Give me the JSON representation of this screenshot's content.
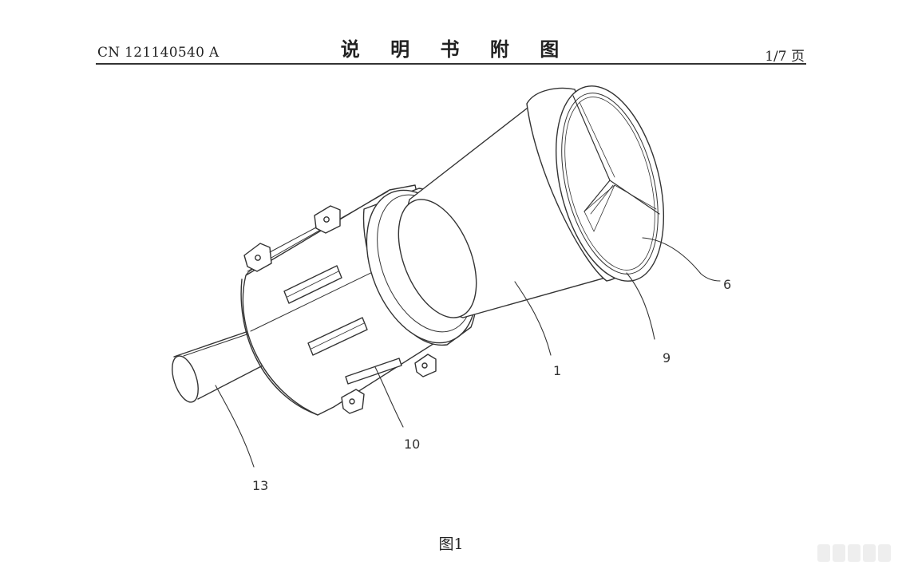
{
  "header": {
    "publication_number": "CN 121140540 A",
    "section_title": "说 明 书 附 图",
    "page_indicator": "1/7 页"
  },
  "figure": {
    "caption": "图1",
    "reference_labels": [
      "6",
      "9",
      "1",
      "10",
      "13"
    ]
  }
}
